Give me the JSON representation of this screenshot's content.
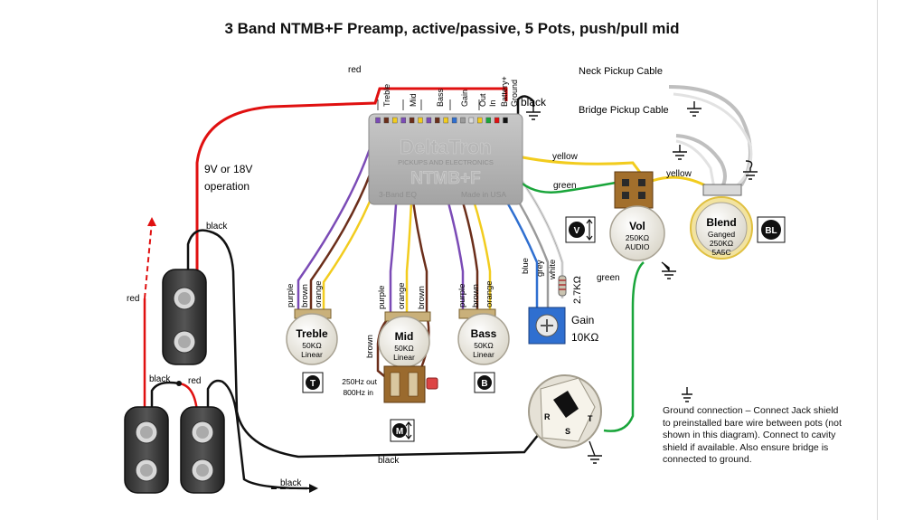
{
  "title": "3 Band NTMB+F Preamp, active/passive, 5 Pots, push/pull mid",
  "preamp": {
    "brand": "DeltaTron",
    "brand_sub": "PICKUPS AND ELECTRONICS",
    "model": "NTMB+F",
    "line1": "3-Band EQ",
    "line2": "Made in USA",
    "header_labels": [
      "Treble",
      "Mid",
      "Bass",
      "Gain",
      "Out",
      "In",
      "Battery+",
      "Ground"
    ]
  },
  "labels": {
    "red_top": "red",
    "black_top": "black",
    "voltage": "9V or 18V",
    "operation": "operation",
    "black_battery": "black",
    "red_left": "red",
    "black_clip": "black",
    "red_clip": "red",
    "black_jack": "black",
    "black_bottom": "black",
    "neck_cable": "Neck Pickup Cable",
    "bridge_cable": "Bridge Pickup Cable",
    "yellow1": "yellow",
    "yellow2": "yellow",
    "green1": "green",
    "green2": "green",
    "wire_colors": [
      "purple",
      "brown",
      "orange"
    ],
    "blue": "blue",
    "grey": "grey",
    "white": "white",
    "brown_mid": "brown",
    "resistor": "2.7KΩ",
    "gain": "Gain",
    "gain_value": "10KΩ",
    "switch_out": "250Hz out",
    "switch_in": "800Hz in"
  },
  "pots": [
    {
      "name": "Treble",
      "value": "50KΩ",
      "taper": "Linear",
      "badge": "T"
    },
    {
      "name": "Mid",
      "value": "50KΩ",
      "taper": "Linear",
      "badge": "M"
    },
    {
      "name": "Bass",
      "value": "50KΩ",
      "taper": "Linear",
      "badge": "B"
    },
    {
      "name": "Vol",
      "value": "250KΩ",
      "taper": "AUDIO",
      "badge": "V"
    },
    {
      "name": "Blend",
      "value": "Ganged",
      "taper": "250KΩ",
      "extra": "5A5C",
      "badge": "BL"
    }
  ],
  "jack": {
    "r": "R",
    "s": "S",
    "t": "T"
  },
  "note": "Ground connection – Connect  Jack shield to preinstalled bare wire between pots (not shown in this diagram).  Connect to cavity shield if available.  Also ensure bridge is connected to ground.",
  "colors": {
    "red": "#e01010",
    "black": "#111111",
    "yellow": "#f2cc1e",
    "green": "#19a53a",
    "purple": "#7b4bb6",
    "brown": "#6b2e1a",
    "orange": "#f0a020",
    "blue": "#2f6fd0",
    "grey": "#9a9a9a",
    "white": "#eeeeee"
  }
}
